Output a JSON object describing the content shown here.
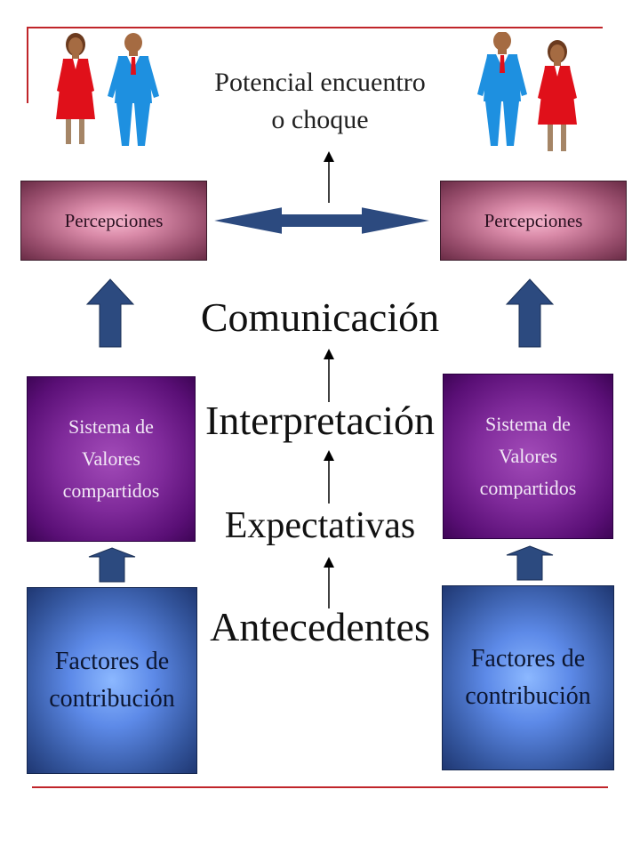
{
  "title": {
    "line1": "Potencial encuentro",
    "line2": "o choque"
  },
  "left": {
    "perception": "Percepciones",
    "values_line1": "Sistema de",
    "values_line2": "Valores",
    "values_line3": "compartidos",
    "factors_line1": "Factores de",
    "factors_line2": "contribución"
  },
  "right": {
    "perception": "Percepciones",
    "values_line1": "Sistema de",
    "values_line2": "Valores",
    "values_line3": "compartidos",
    "factors_line1": "Factores de",
    "factors_line2": "contribución"
  },
  "stages": {
    "communication": "Comunicación",
    "interpretation": "Interpretación",
    "expectations": "Expectativas",
    "antecedents": "Antecedentes"
  },
  "colors": {
    "rule": "#c0252a",
    "arrow_blue": "#2c4a7f",
    "dress_red": "#e0101a",
    "suit_blue": "#1e90e0"
  }
}
